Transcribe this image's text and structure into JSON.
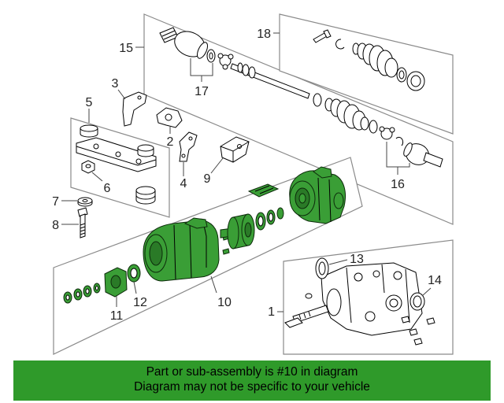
{
  "diagram": {
    "callouts": [
      "15",
      "18",
      "17",
      "3",
      "5",
      "2",
      "6",
      "9",
      "4",
      "7",
      "8",
      "16",
      "13",
      "14",
      "1",
      "11",
      "12",
      "10"
    ]
  },
  "banner": {
    "line1": "Part or sub-assembly is #10 in diagram",
    "line2": "Diagram may not be specific to your vehicle"
  },
  "colors": {
    "highlight": "#3a9e36",
    "banner": "#2f9a2a",
    "outline": "#000000",
    "panel": "#8a8a8a"
  }
}
